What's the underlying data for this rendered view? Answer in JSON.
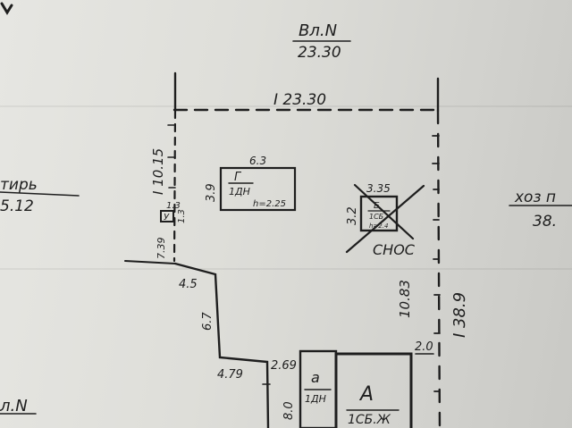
{
  "labels": {
    "top_owner_name": "Вл.N",
    "top_owner_length": "23.30",
    "top_boundary_length": "I 23.30",
    "left_owner_name": "тирь",
    "left_owner_length": "5.12",
    "right_owner_name": "хоз п",
    "right_owner_length": "38.",
    "bottom_left_owner": "л.N",
    "left_upper_boundary": "I 10.15",
    "right_boundary": "I 38.9",
    "garage_width": "6.3",
    "garage_depth": "3.9",
    "garage_letter": "Г",
    "garage_material": "1ДН",
    "garage_height": "h=2.25",
    "demolished_width": "3.35",
    "demolished_depth": "3.2",
    "demolished_letter": "Б",
    "demolished_material": "1СБ",
    "demolished_note": "h=2.4",
    "demolition_word": "СНОС",
    "small_shed_top": "1.3",
    "small_shed_side": "1.3",
    "small_shed_letter": "У",
    "left_stub": "7.39",
    "step_1": "4.5",
    "step_2": "6.7",
    "step_3": "4.79",
    "step_4": "2.69",
    "right_gap": "10.83",
    "right_small": "2.0",
    "bottom_left_dim": "8.0",
    "porch_letter": "а",
    "porch_material": "1ДН",
    "house_letter": "А",
    "house_material": "1СБ.Ж"
  },
  "colors": {
    "ink": "#1e1e1e",
    "paper": "#e2e2de"
  }
}
